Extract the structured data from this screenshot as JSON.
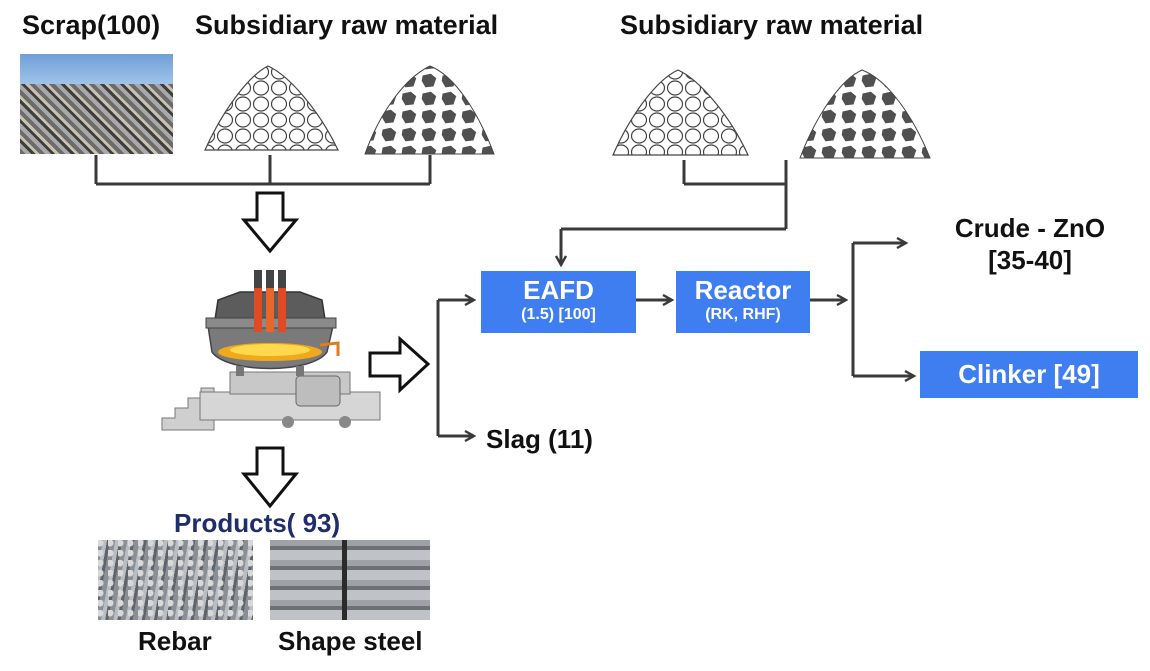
{
  "labels": {
    "scrap": "Scrap(100)",
    "subsidiary_left": "Subsidiary raw material",
    "subsidiary_right": "Subsidiary raw material",
    "slag": "Slag (11)",
    "products": "Products( 93)",
    "rebar": "Rebar",
    "shape_steel": "Shape steel",
    "crude_zno_line1": "Crude - ZnO",
    "crude_zno_line2": "[35-40]"
  },
  "boxes": {
    "eafd": {
      "title": "EAFD",
      "subtitle": "(1.5) [100]"
    },
    "reactor": {
      "title": "Reactor",
      "subtitle": "(RK, RHF)"
    },
    "clinker": {
      "title": "Clinker [49]"
    }
  },
  "colors": {
    "box_fill": "#3f7ef0",
    "box_text": "#ffffff",
    "line": "#3a3a3a",
    "products_text": "#1f2d6b"
  },
  "icons": [
    "scrap-pile-photo",
    "limestone-pile-icon",
    "coal-pile-icon",
    "electric-arc-furnace-icon",
    "rebar-photo",
    "shape-steel-photo",
    "hollow-down-arrow-icon",
    "hollow-right-arrow-icon"
  ]
}
